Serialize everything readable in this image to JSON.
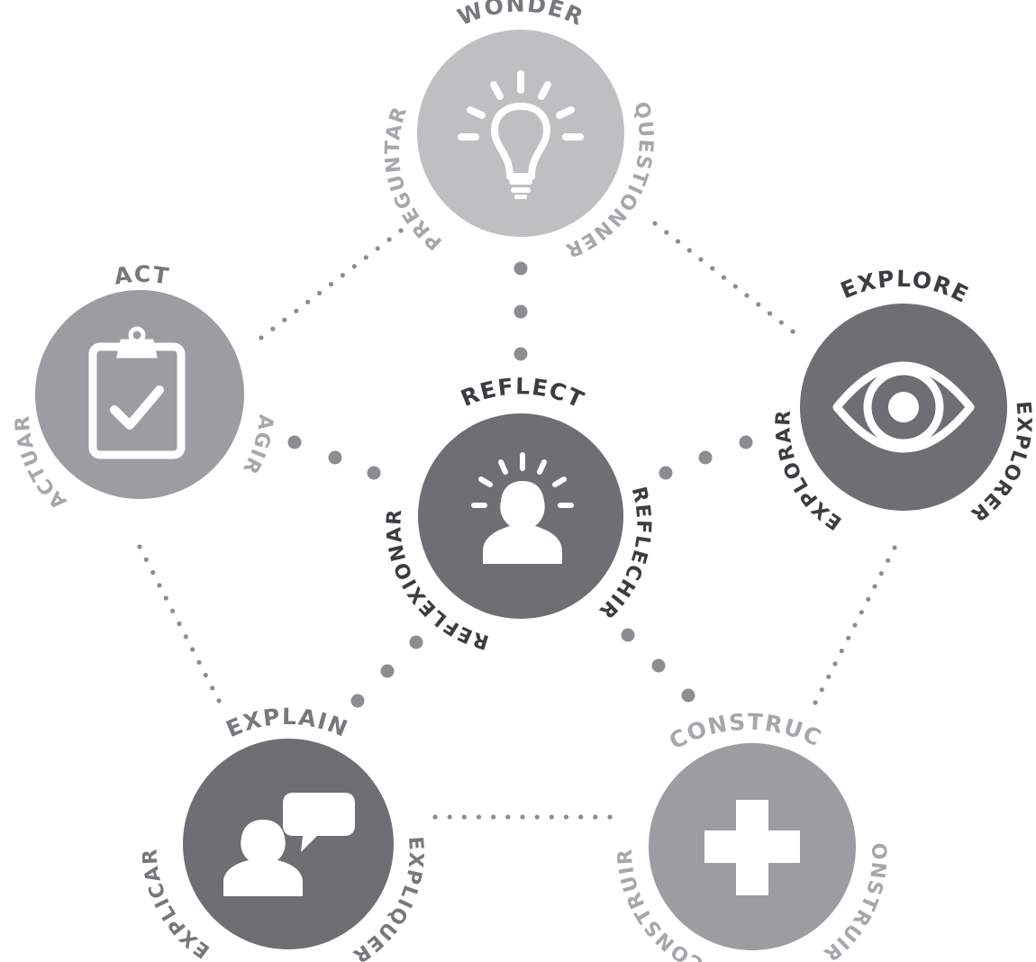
{
  "colors": {
    "light": "#bebfc1",
    "medium": "#9c9da0",
    "dark": "#6e6f73",
    "dots": "#8c8d90",
    "label_light": "#a6a7aa",
    "label_medium": "#77787b",
    "label_dark": "#3c3d40",
    "icon": "#ffffff"
  },
  "nodes": {
    "wonder": {
      "title": "WONDER",
      "left_label": "PREGUNTAR",
      "right_label": "QUESTIONNER",
      "icon": "lightbulb-icon"
    },
    "act": {
      "title": "ACT",
      "left_label": "ACTUAR",
      "right_label": "AGIR",
      "icon": "clipboard-check-icon"
    },
    "explore": {
      "title": "EXPLORE",
      "left_label": "EXPLORAR",
      "right_label": "EXPLORER",
      "icon": "eye-icon"
    },
    "reflect": {
      "title": "REFLECT",
      "left_label": "REFLEXIONAR",
      "right_label": "REFLECHIR",
      "icon": "person-thinking-icon"
    },
    "explain": {
      "title": "EXPLAIN",
      "left_label": "EXPLICAR",
      "right_label": "EXPLIQUER",
      "icon": "person-speech-icon"
    },
    "construct": {
      "title": "CONSTRUCT",
      "left_label": "CONSTRUIR",
      "right_label": "CONSTRUIRE",
      "icon": "plus-icon"
    }
  }
}
